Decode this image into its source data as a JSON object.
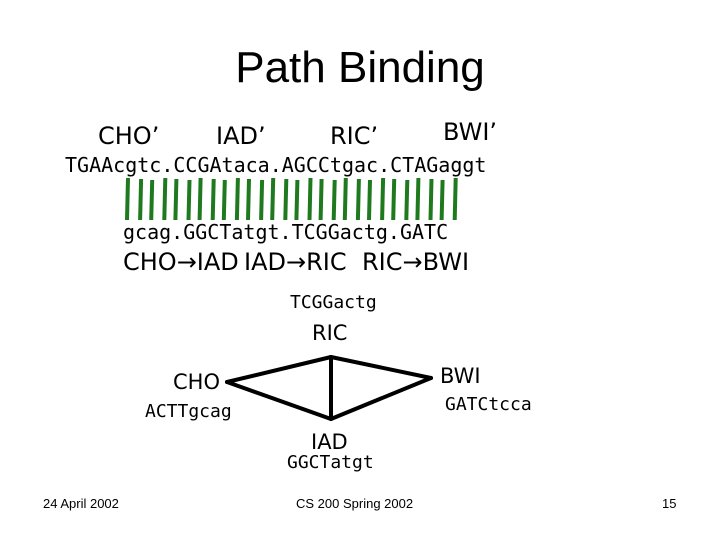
{
  "slide": {
    "title": "Path Binding",
    "footer_date": "24 April 2002",
    "footer_course": "CS 200 Spring 2002",
    "page_number": "15"
  },
  "top_labels": [
    "CHO’",
    "IAD’",
    "RIC’",
    "BWI’"
  ],
  "top_strand": "TGAAcgtc.CCGAtaca.AGCCtgac.CTAGaggt",
  "bottom_strand": "gcag.GGCTatgt.TCGGactg.GATC",
  "edge_labels": [
    "CHO→IAD",
    "IAD→RIC",
    "RIC→BWI"
  ],
  "graph": {
    "ric_seq": "TCGGactg",
    "ric": "RIC",
    "cho": "CHO",
    "bwi": "BWI",
    "iad": "IAD",
    "cho_seq": "ACTTgcag",
    "bwi_seq": "GATCtcca",
    "iad_seq": "GGCTatgt"
  },
  "colors": {
    "bond": "#1f7a1f",
    "text": "#000000"
  }
}
